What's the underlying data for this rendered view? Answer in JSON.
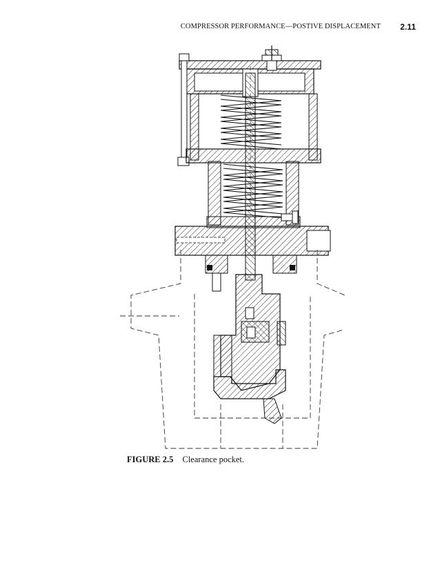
{
  "header": {
    "running_title": "COMPRESSOR PERFORMANCE—POSTIVE DISPLACEMENT",
    "page_number": "2.11"
  },
  "figure": {
    "illustration": "cross-section drawing of clearance pocket valve with spring actuator",
    "caption_label": "FIGURE 2.5",
    "caption_text": "Clearance pocket."
  }
}
